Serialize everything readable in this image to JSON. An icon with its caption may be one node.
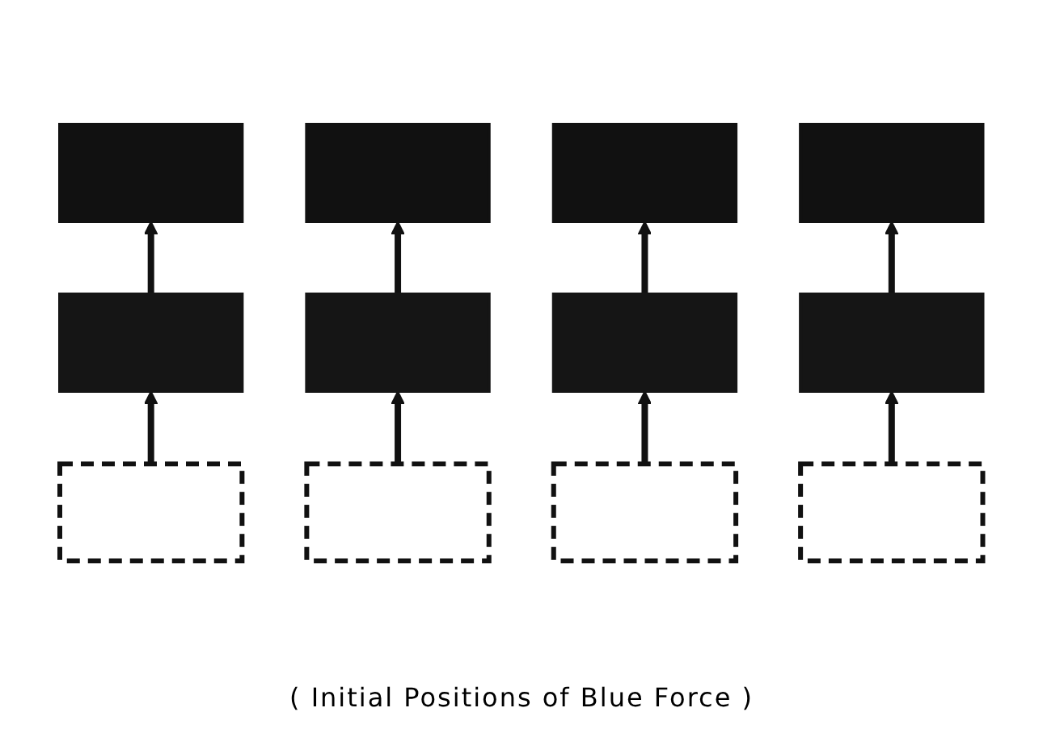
{
  "diagram": {
    "nodes": [
      {
        "text": [],
        "shape": "box"
      },
      {
        "text": [],
        "shape": "box"
      },
      {
        "text": [],
        "shape": "box"
      },
      {
        "text": [],
        "shape": "box"
      },
      {
        "text": [],
        "shape": "box"
      },
      {
        "text": [],
        "shape": "box"
      },
      {
        "text": [],
        "shape": "box"
      },
      {
        "text": [],
        "shape": "box"
      },
      {
        "text": [],
        "shape": "box"
      },
      {
        "text": [],
        "shape": "box"
      },
      {
        "text": [],
        "shape": "box"
      },
      {
        "text": [],
        "shape": "box"
      }
    ],
    "edges": [
      {
        "from": 4,
        "to": 0,
        "arrow": "to"
      },
      {
        "from": 5,
        "to": 1,
        "arrow": "to"
      },
      {
        "from": 6,
        "to": 2,
        "arrow": "to"
      },
      {
        "from": 7,
        "to": 3,
        "arrow": "to"
      },
      {
        "from": 8,
        "to": 4,
        "arrow": "to"
      },
      {
        "from": 9,
        "to": 5,
        "arrow": "to"
      },
      {
        "from": 10,
        "to": 6,
        "arrow": "to"
      },
      {
        "from": 11,
        "to": 7,
        "arrow": "to"
      }
    ],
    "labels": [
      "( Initial Positions of Blue Force )"
    ]
  }
}
